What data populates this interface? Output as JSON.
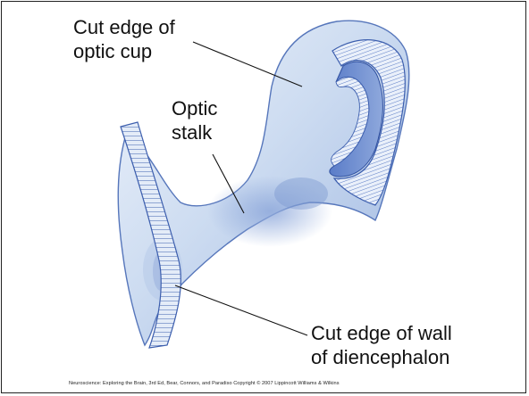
{
  "labels": {
    "optic_cup_line1": "Cut edge of",
    "optic_cup_line2": "optic cup",
    "stalk_line1": "Optic",
    "stalk_line2": "stalk",
    "dien_line1": "Cut edge of wall",
    "dien_line2": "of diencephalon"
  },
  "caption": "Neuroscience: Exploring the Brain, 3rd Ed, Bear, Connors, and Paradiso Copyright © 2007 Lippincott Williams & Wilkins",
  "colors": {
    "tissue_light": "#dde8f6",
    "tissue_mid": "#a9c2e6",
    "tissue_dark": "#4a6fc0",
    "outline": "#3d5fae"
  }
}
